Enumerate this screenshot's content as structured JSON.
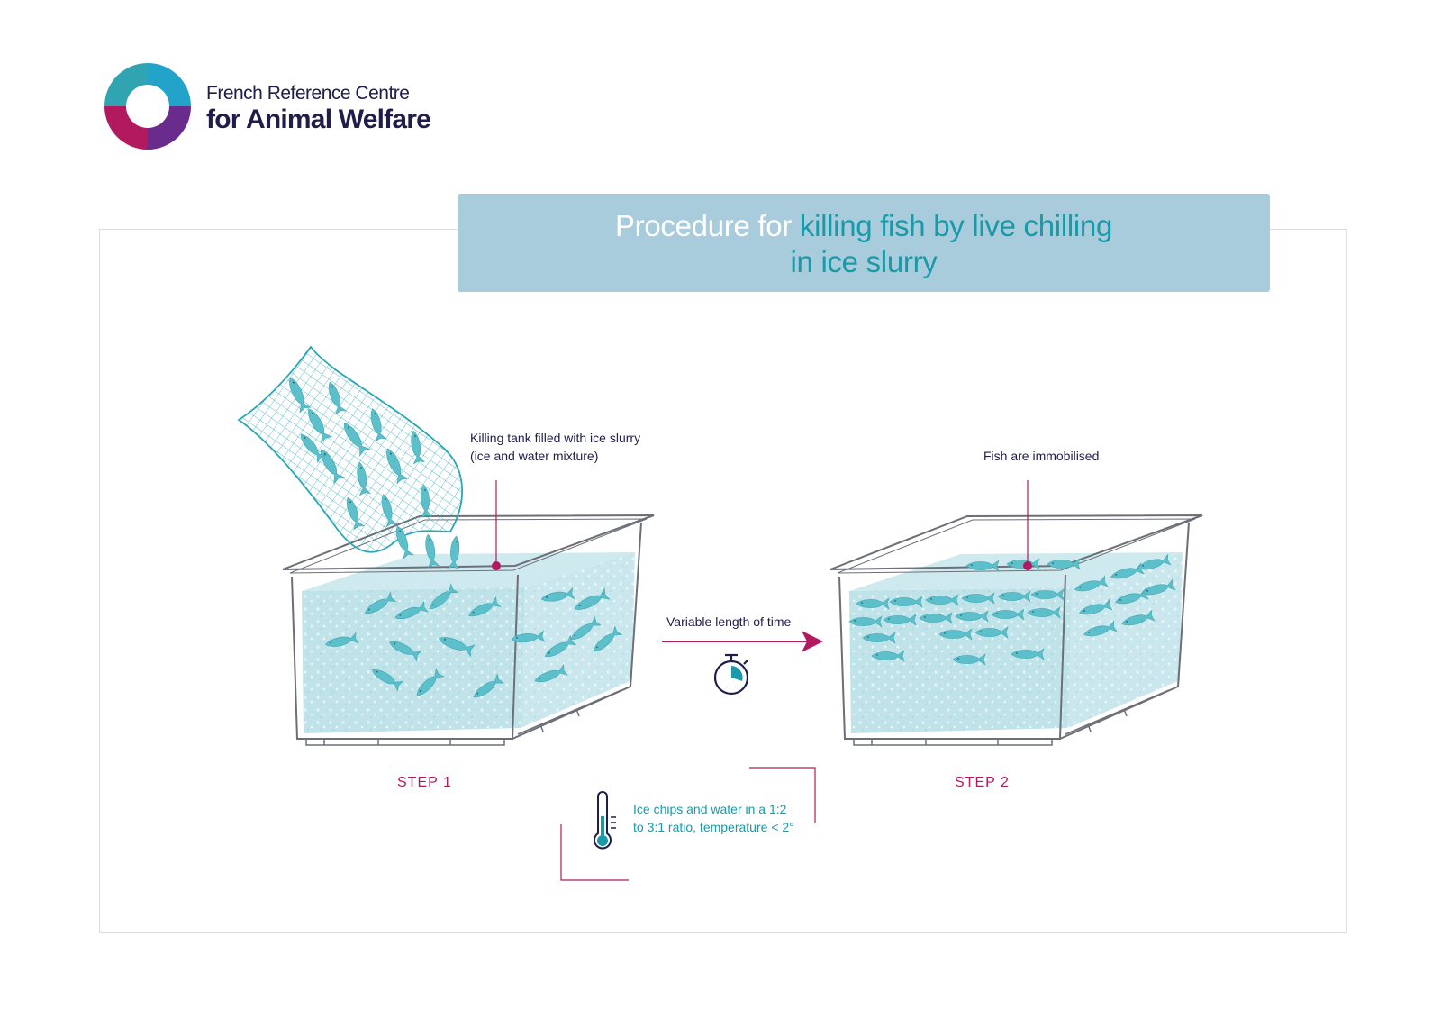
{
  "logo": {
    "line1": "French Reference Centre",
    "line2": "for Animal Welfare",
    "colors": {
      "magenta": "#b3195e",
      "cyan": "#22a3c9",
      "purple": "#6a2c8c"
    }
  },
  "title": {
    "part1": "Procedure for",
    "part2": "killing fish",
    "part3": "by live chilling",
    "part4": "in ice slurry",
    "colors": {
      "background": "#a8ccdc",
      "white": "#ffffff",
      "teal": "#1a9aa8"
    }
  },
  "step1": {
    "label": "STEP 1",
    "callout_line1": "Killing tank filled with ice slurry",
    "callout_line2": "(ice and water mixture)"
  },
  "transition": {
    "label": "Variable length of time",
    "icon": "stopwatch-icon"
  },
  "step2": {
    "label": "STEP 2",
    "callout": "Fish are immobilised"
  },
  "slurry_note": {
    "line1": "Ice chips and water in a 1:2",
    "line2": "to 3:1 ratio, temperature < 2°",
    "icon": "thermometer-icon"
  },
  "colors": {
    "accent": "#b3195e",
    "water": "#bfe3e9",
    "fish": "#5cbfca",
    "outline": "#6d6f78"
  }
}
